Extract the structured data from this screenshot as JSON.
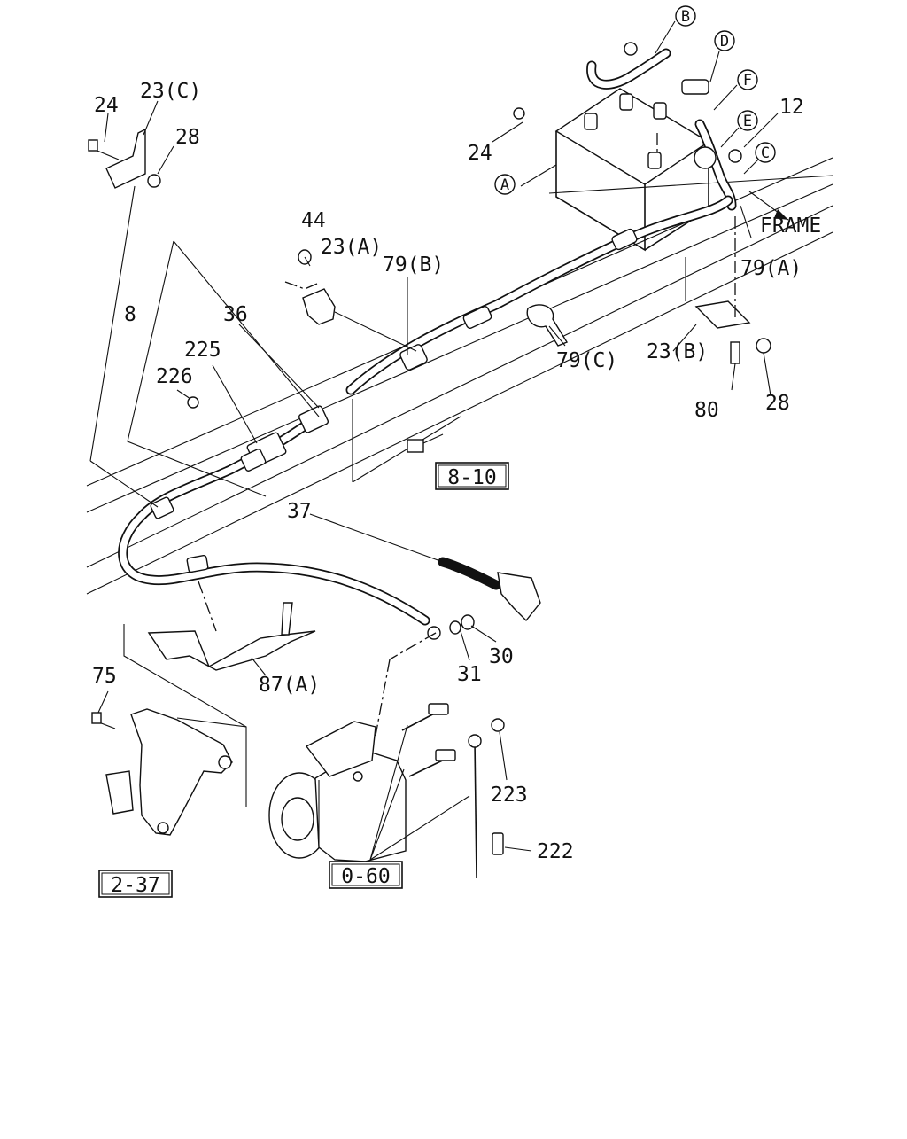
{
  "diagram": {
    "part_labels": [
      "24",
      "23(C)",
      "28",
      "44",
      "23(A)",
      "79(B)",
      "8",
      "36",
      "225",
      "226",
      "37",
      "79(C)",
      "23(B)",
      "80",
      "28",
      "79(A)",
      "12",
      "24",
      "FRAME",
      "87(A)",
      "75",
      "31",
      "30",
      "223",
      "222"
    ],
    "circled_callouts": [
      "B",
      "D",
      "F",
      "E",
      "C",
      "A"
    ],
    "boxed_references": [
      "8-10",
      "2-37",
      "0-60"
    ]
  }
}
